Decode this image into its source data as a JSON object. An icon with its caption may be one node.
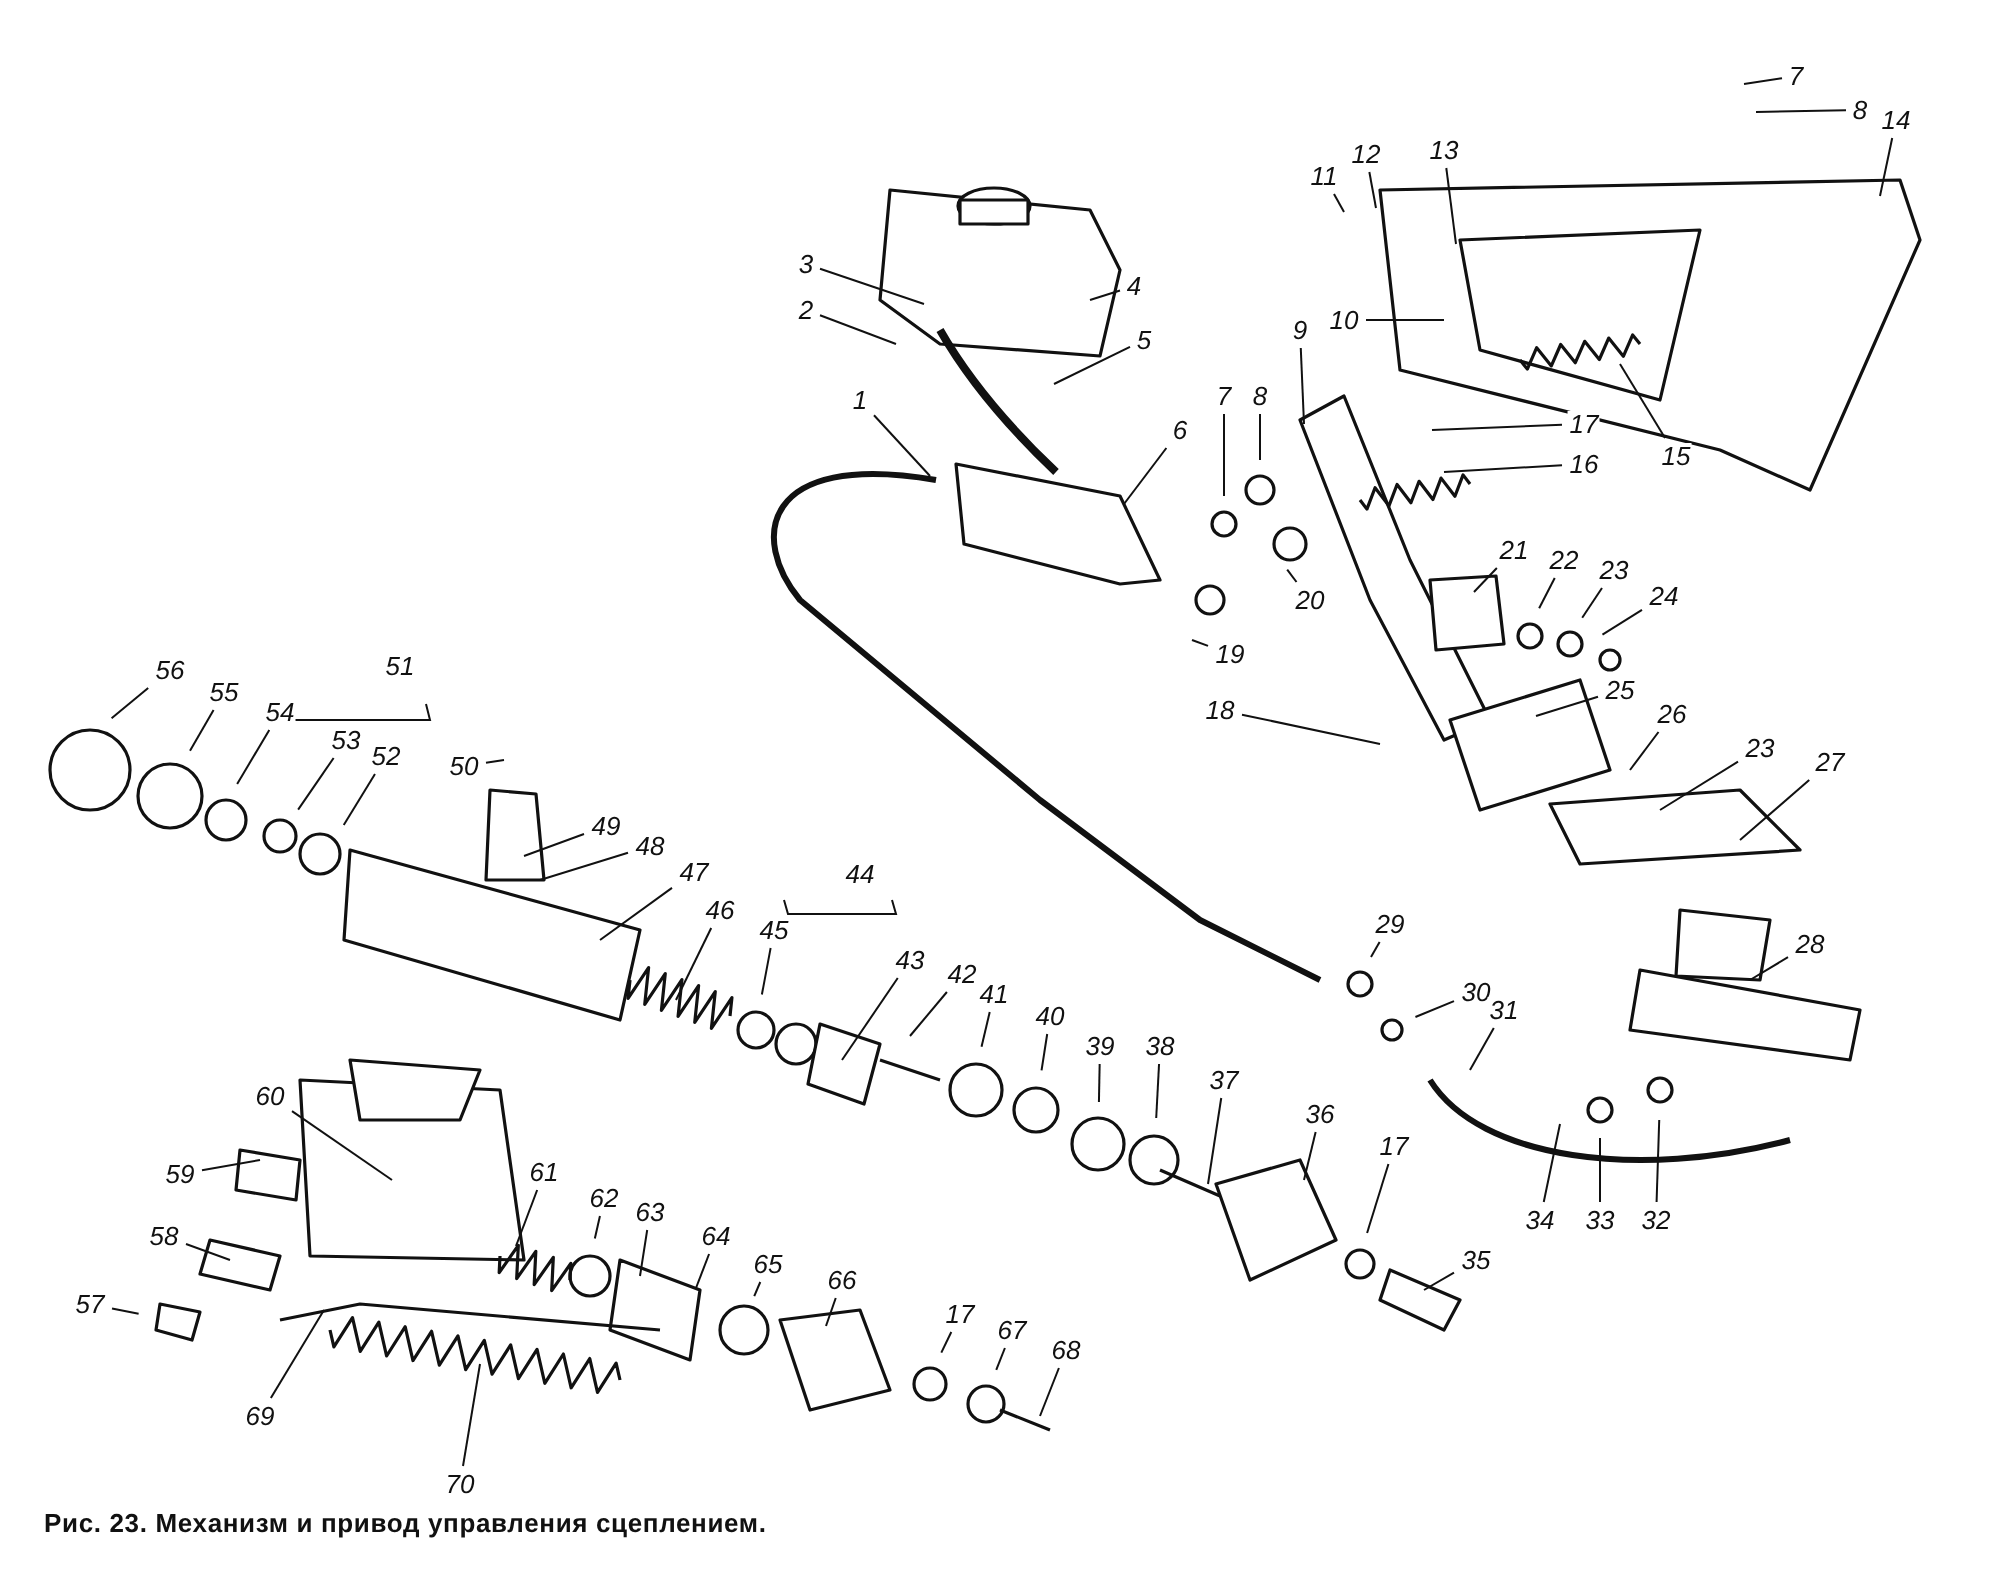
{
  "diagram": {
    "caption": "Рис. 23. Механизм и привод управления сцеплением.",
    "nodes": [
      {
        "text": [
          "1"
        ]
      },
      {
        "text": [
          "2"
        ]
      },
      {
        "text": [
          "3"
        ]
      },
      {
        "text": [
          "4"
        ]
      },
      {
        "text": [
          "5"
        ]
      },
      {
        "text": [
          "6"
        ]
      },
      {
        "text": [
          "7"
        ]
      },
      {
        "text": [
          "8"
        ]
      },
      {
        "text": [
          "9"
        ]
      },
      {
        "text": [
          "10"
        ]
      },
      {
        "text": [
          "11"
        ]
      },
      {
        "text": [
          "12"
        ]
      },
      {
        "text": [
          "13"
        ]
      },
      {
        "text": [
          "14"
        ]
      },
      {
        "text": [
          "7"
        ]
      },
      {
        "text": [
          "8"
        ]
      },
      {
        "text": [
          "15"
        ]
      },
      {
        "text": [
          "16"
        ]
      },
      {
        "text": [
          "17"
        ]
      },
      {
        "text": [
          "18"
        ]
      },
      {
        "text": [
          "19"
        ]
      },
      {
        "text": [
          "20"
        ]
      },
      {
        "text": [
          "21"
        ]
      },
      {
        "text": [
          "22"
        ]
      },
      {
        "text": [
          "23"
        ]
      },
      {
        "text": [
          "24"
        ]
      },
      {
        "text": [
          "25"
        ]
      },
      {
        "text": [
          "26"
        ]
      },
      {
        "text": [
          "23"
        ]
      },
      {
        "text": [
          "27"
        ]
      },
      {
        "text": [
          "28"
        ]
      },
      {
        "text": [
          "29"
        ]
      },
      {
        "text": [
          "30"
        ]
      },
      {
        "text": [
          "31"
        ]
      },
      {
        "text": [
          "32"
        ]
      },
      {
        "text": [
          "33"
        ]
      },
      {
        "text": [
          "34"
        ]
      },
      {
        "text": [
          "35"
        ]
      },
      {
        "text": [
          "36"
        ]
      },
      {
        "text": [
          "17"
        ]
      },
      {
        "text": [
          "37"
        ]
      },
      {
        "text": [
          "38"
        ]
      },
      {
        "text": [
          "39"
        ]
      },
      {
        "text": [
          "40"
        ]
      },
      {
        "text": [
          "41"
        ]
      },
      {
        "text": [
          "42"
        ]
      },
      {
        "text": [
          "43"
        ]
      },
      {
        "text": [
          "45"
        ]
      },
      {
        "text": [
          "46"
        ]
      },
      {
        "text": [
          "47"
        ]
      },
      {
        "text": [
          "48"
        ]
      },
      {
        "text": [
          "49"
        ]
      },
      {
        "text": [
          "50"
        ]
      },
      {
        "text": [
          "52"
        ]
      },
      {
        "text": [
          "53"
        ]
      },
      {
        "text": [
          "54"
        ]
      },
      {
        "text": [
          "55"
        ]
      },
      {
        "text": [
          "56"
        ]
      },
      {
        "text": [
          "60"
        ]
      },
      {
        "text": [
          "59"
        ]
      },
      {
        "text": [
          "58"
        ]
      },
      {
        "text": [
          "57"
        ]
      },
      {
        "text": [
          "61"
        ]
      },
      {
        "text": [
          "62"
        ]
      },
      {
        "text": [
          "63"
        ]
      },
      {
        "text": [
          "64"
        ]
      },
      {
        "text": [
          "65"
        ]
      },
      {
        "text": [
          "66"
        ]
      },
      {
        "text": [
          "17"
        ]
      },
      {
        "text": [
          "67"
        ]
      },
      {
        "text": [
          "68"
        ]
      },
      {
        "text": [
          "69"
        ]
      },
      {
        "text": [
          "70"
        ]
      }
    ],
    "edges": [
      {
        "from": 0,
        "to": null,
        "arrow": "none"
      },
      {
        "from": 1,
        "to": null,
        "arrow": "none"
      },
      {
        "from": 2,
        "to": null,
        "arrow": "none"
      },
      {
        "from": 3,
        "to": null,
        "arrow": "none"
      },
      {
        "from": 4,
        "to": null,
        "arrow": "none"
      },
      {
        "from": 5,
        "to": null,
        "arrow": "none"
      },
      {
        "from": 6,
        "to": null,
        "arrow": "none"
      },
      {
        "from": 7,
        "to": null,
        "arrow": "none"
      },
      {
        "from": 8,
        "to": null,
        "arrow": "none"
      },
      {
        "from": 9,
        "to": null,
        "arrow": "none"
      },
      {
        "from": 10,
        "to": null,
        "arrow": "none"
      },
      {
        "from": 11,
        "to": null,
        "arrow": "none"
      },
      {
        "from": 12,
        "to": null,
        "arrow": "none"
      },
      {
        "from": 13,
        "to": null,
        "arrow": "none"
      },
      {
        "from": 14,
        "to": null,
        "arrow": "none"
      },
      {
        "from": 15,
        "to": null,
        "arrow": "none"
      },
      {
        "from": 16,
        "to": null,
        "arrow": "none"
      },
      {
        "from": 17,
        "to": null,
        "arrow": "none"
      },
      {
        "from": 18,
        "to": null,
        "arrow": "none"
      },
      {
        "from": 19,
        "to": null,
        "arrow": "none"
      },
      {
        "from": 20,
        "to": null,
        "arrow": "none"
      },
      {
        "from": 21,
        "to": null,
        "arrow": "none"
      },
      {
        "from": 22,
        "to": null,
        "arrow": "none"
      },
      {
        "from": 23,
        "to": null,
        "arrow": "none"
      },
      {
        "from": 24,
        "to": null,
        "arrow": "none"
      },
      {
        "from": 25,
        "to": null,
        "arrow": "none"
      },
      {
        "from": 26,
        "to": null,
        "arrow": "none"
      },
      {
        "from": 27,
        "to": null,
        "arrow": "none"
      },
      {
        "from": 28,
        "to": null,
        "arrow": "none"
      },
      {
        "from": 29,
        "to": null,
        "arrow": "none"
      },
      {
        "from": 30,
        "to": null,
        "arrow": "none"
      },
      {
        "from": 31,
        "to": null,
        "arrow": "none"
      },
      {
        "from": 32,
        "to": null,
        "arrow": "none"
      },
      {
        "from": 33,
        "to": null,
        "arrow": "none"
      },
      {
        "from": 34,
        "to": null,
        "arrow": "none"
      },
      {
        "from": 35,
        "to": null,
        "arrow": "none"
      },
      {
        "from": 36,
        "to": null,
        "arrow": "none"
      },
      {
        "from": 37,
        "to": null,
        "arrow": "none"
      },
      {
        "from": 38,
        "to": null,
        "arrow": "none"
      },
      {
        "from": 39,
        "to": null,
        "arrow": "none"
      },
      {
        "from": 40,
        "to": null,
        "arrow": "none"
      },
      {
        "from": 41,
        "to": null,
        "arrow": "none"
      },
      {
        "from": 42,
        "to": null,
        "arrow": "none"
      },
      {
        "from": 43,
        "to": null,
        "arrow": "none"
      },
      {
        "from": 44,
        "to": null,
        "arrow": "none"
      },
      {
        "from": 45,
        "to": null,
        "arrow": "none"
      },
      {
        "from": 46,
        "to": null,
        "arrow": "none"
      },
      {
        "from": 47,
        "to": null,
        "arrow": "none"
      },
      {
        "from": 48,
        "to": null,
        "arrow": "none"
      },
      {
        "from": 49,
        "to": null,
        "arrow": "none"
      },
      {
        "from": 50,
        "to": null,
        "arrow": "none"
      },
      {
        "from": 51,
        "to": null,
        "arrow": "none"
      },
      {
        "from": 52,
        "to": null,
        "arrow": "none"
      },
      {
        "from": 53,
        "to": null,
        "arrow": "none"
      },
      {
        "from": 54,
        "to": null,
        "arrow": "none"
      },
      {
        "from": 55,
        "to": null,
        "arrow": "none"
      },
      {
        "from": 56,
        "to": null,
        "arrow": "none"
      },
      {
        "from": 57,
        "to": null,
        "arrow": "none"
      },
      {
        "from": 58,
        "to": null,
        "arrow": "none"
      },
      {
        "from": 59,
        "to": null,
        "arrow": "none"
      },
      {
        "from": 60,
        "to": null,
        "arrow": "none"
      },
      {
        "from": 61,
        "to": null,
        "arrow": "none"
      },
      {
        "from": 62,
        "to": null,
        "arrow": "none"
      },
      {
        "from": 63,
        "to": null,
        "arrow": "none"
      },
      {
        "from": 64,
        "to": null,
        "arrow": "none"
      },
      {
        "from": 65,
        "to": null,
        "arrow": "none"
      },
      {
        "from": 66,
        "to": null,
        "arrow": "none"
      },
      {
        "from": 67,
        "to": null,
        "arrow": "none"
      },
      {
        "from": 68,
        "to": null,
        "arrow": "none"
      },
      {
        "from": 69,
        "to": null,
        "arrow": "none"
      },
      {
        "from": 70,
        "to": null,
        "arrow": "none"
      },
      {
        "from": 71,
        "to": null,
        "arrow": "none"
      },
      {
        "from": 72,
        "to": null,
        "arrow": "none"
      }
    ],
    "labels": [
      "51",
      "44"
    ]
  }
}
